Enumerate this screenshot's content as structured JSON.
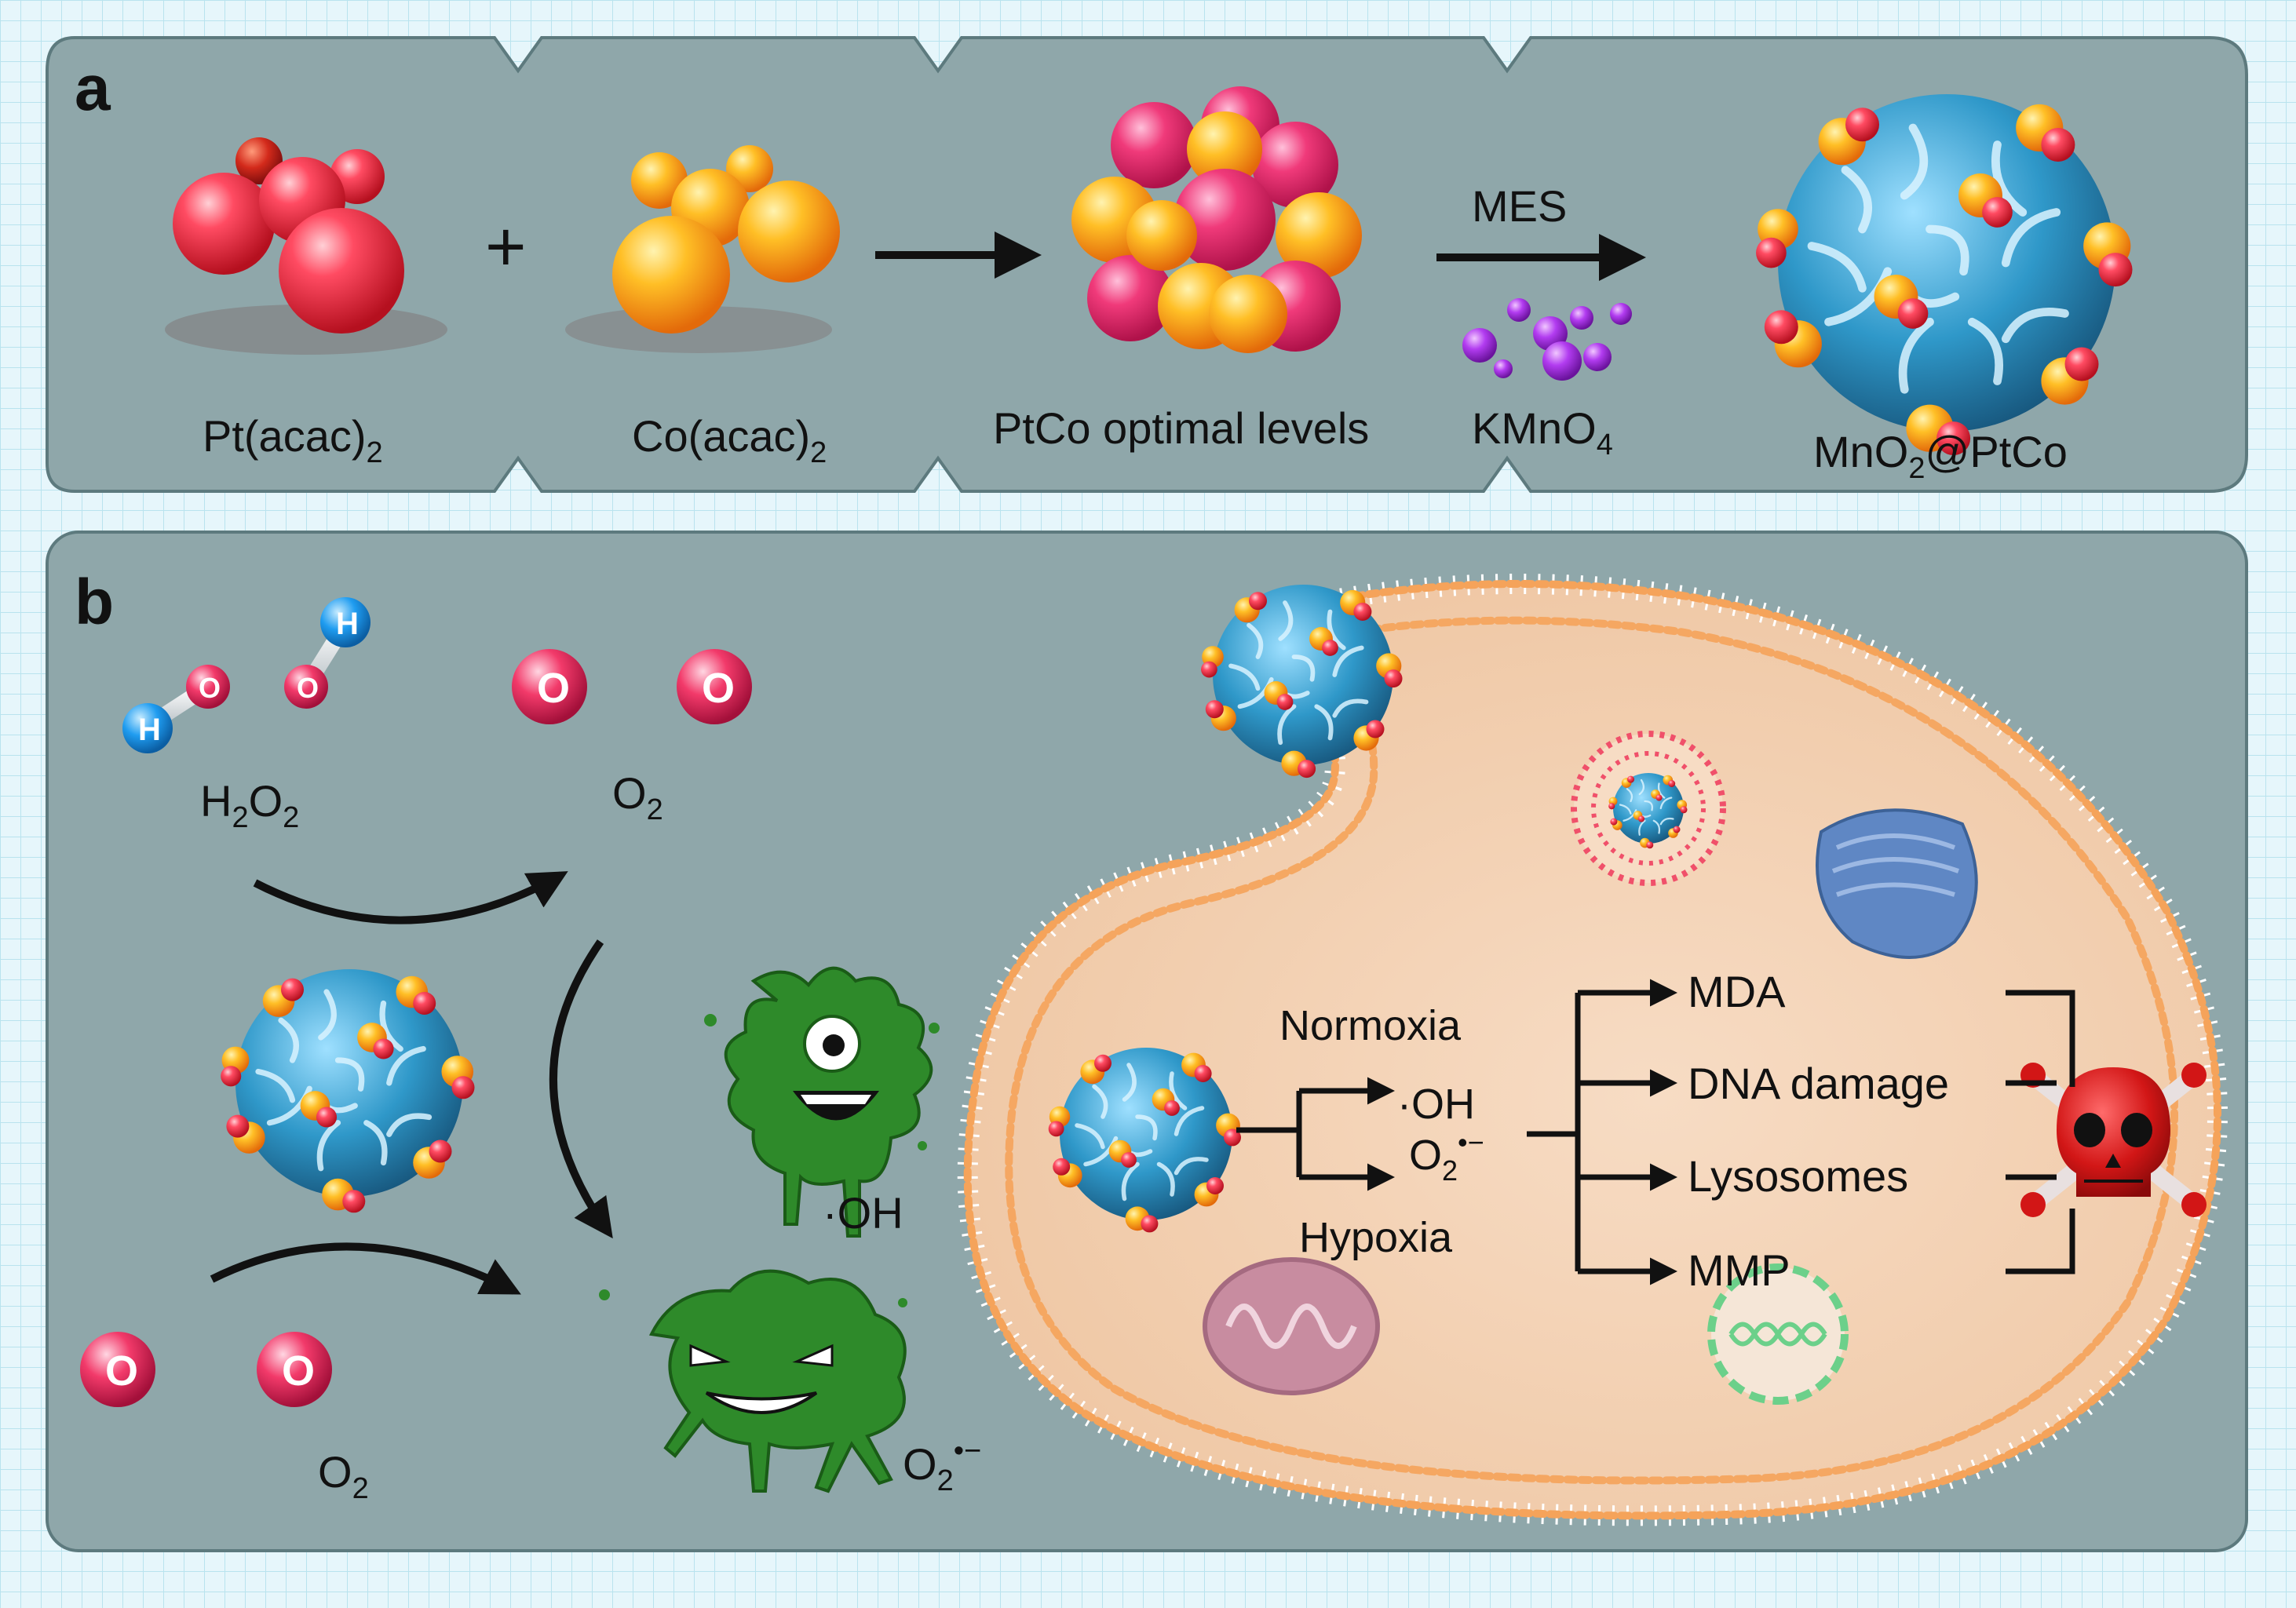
{
  "panel_a": {
    "letter": "a",
    "labels": {
      "pt": "Pt(acac)",
      "pt_sub": "2",
      "co": "Co(acac)",
      "co_sub": "2",
      "ptco": "PtCo optimal levels",
      "reagent_top": "MES",
      "kmno4": "KMnO",
      "kmno4_sub": "4",
      "product_pre": "MnO",
      "product_sub": "2",
      "product_post": "@PtCo"
    },
    "plus": "+"
  },
  "panel_b": {
    "letter": "b",
    "cycle": {
      "h2o2_pre": "H",
      "h2o2_sub1": "2",
      "h2o2_mid": "O",
      "h2o2_sub2": "2",
      "o2_top": "O",
      "o2_top_sub": "2",
      "o2_bottom": "O",
      "o2_bottom_sub": "2",
      "oh": "·OH",
      "superoxide": "O",
      "superoxide_sub": "2",
      "superoxide_sup": "•−",
      "h_atom": "H",
      "o_atom": "O"
    },
    "cell": {
      "normoxia": "Normoxia",
      "hypoxia": "Hypoxia",
      "oh": "·OH",
      "superoxide": "O",
      "superoxide_sub": "2",
      "superoxide_sup": "•−",
      "outcomes": [
        "MDA",
        "DNA damage",
        "Lysosomes",
        "MMP"
      ]
    }
  },
  "colors": {
    "panel_fill": "#8fa7aa",
    "grid_line": "#b9e3ee",
    "pt_red": "#e8233a",
    "co_orange": "#f7a21a",
    "mno2_blue": "#2f98c9",
    "kmno4_purple": "#a12ee0",
    "bacteria_green": "#2e8a2a",
    "membrane_orange": "#f5a35a",
    "skull_red": "#d21616"
  }
}
